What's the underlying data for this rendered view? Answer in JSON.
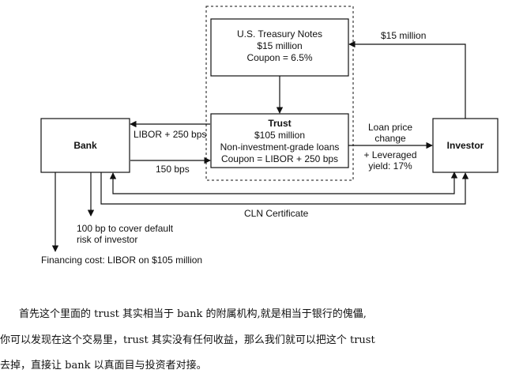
{
  "diagram": {
    "treasury": {
      "line1": "U.S. Treasury Notes",
      "line2": "$15 million",
      "line3": "Coupon = 6.5%"
    },
    "trust": {
      "title": "Trust",
      "line2": "$105 million",
      "line3": "Non-investment-grade loans",
      "line4": "Coupon = LIBOR + 250 bps"
    },
    "bank": {
      "label": "Bank"
    },
    "investor": {
      "label": "Investor"
    },
    "arrows": {
      "investor_to_treasury": "$15 million",
      "trust_to_bank": "LIBOR + 250 bps",
      "bank_to_trust": "150 bps",
      "trust_to_investor_1": "Loan price",
      "trust_to_investor_2": "change",
      "trust_to_investor_3": "+ Leveraged",
      "trust_to_investor_4": "yield: 17%",
      "cln": "CLN Certificate",
      "default_1": "100 bp to cover default",
      "default_2": "risk of investor",
      "financing": "Financing cost: LIBOR on $105 million"
    }
  },
  "text": {
    "line1": "首先这个里面的 trust 其实相当于 bank 的附属机构,就是相当于银行的傀儡,",
    "line2": "你可以发现在这个交易里，trust 其实没有任何收益，那么我们就可以把这个 trust",
    "line3": "去掉，直接让 bank 以真面目与投资者对接。"
  }
}
